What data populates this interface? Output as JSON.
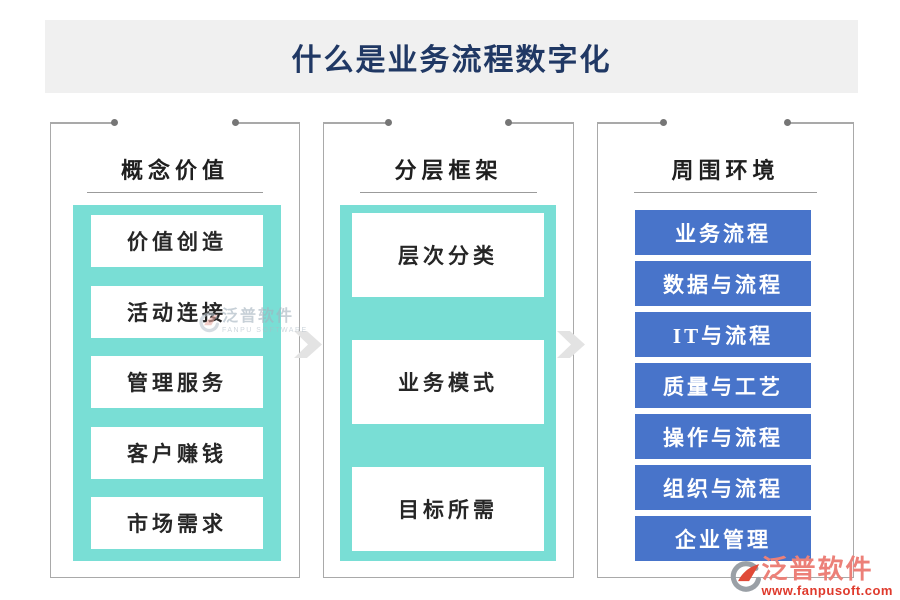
{
  "title": "什么是业务流程数字化",
  "columns": [
    {
      "header": "概念价值",
      "panel_style": "teal",
      "items": [
        "价值创造",
        "活动连接",
        "管理服务",
        "客户赚钱",
        "市场需求"
      ]
    },
    {
      "header": "分层框架",
      "panel_style": "teal",
      "items": [
        "层次分类",
        "业务模式",
        "目标所需"
      ]
    },
    {
      "header": "周围环境",
      "panel_style": "blue",
      "items": [
        "业务流程",
        "数据与流程",
        "IT与流程",
        "质量与工艺",
        "操作与流程",
        "组织与流程",
        "企业管理"
      ]
    }
  ],
  "watermark": {
    "brand": "泛普软件",
    "subtitle": "FANPU SOFTWARE"
  },
  "footer_logo": {
    "brand": "泛普软件",
    "url": "www.fanpusoft.com"
  },
  "icons": {
    "arrow_right": "chevron-right-shape",
    "brand_logo": "gray-swoosh-with-red-flame"
  },
  "colors": {
    "teal_panel": "#79DED5",
    "blue_box": "#4874CA",
    "title_navy": "#203864",
    "frame_gray": "#A9A9A9",
    "band_gray": "#F0F0F0",
    "arrow_gray": "#E3E3E3",
    "logo_red": "#EC8078",
    "url_red": "#DF3A2C"
  }
}
